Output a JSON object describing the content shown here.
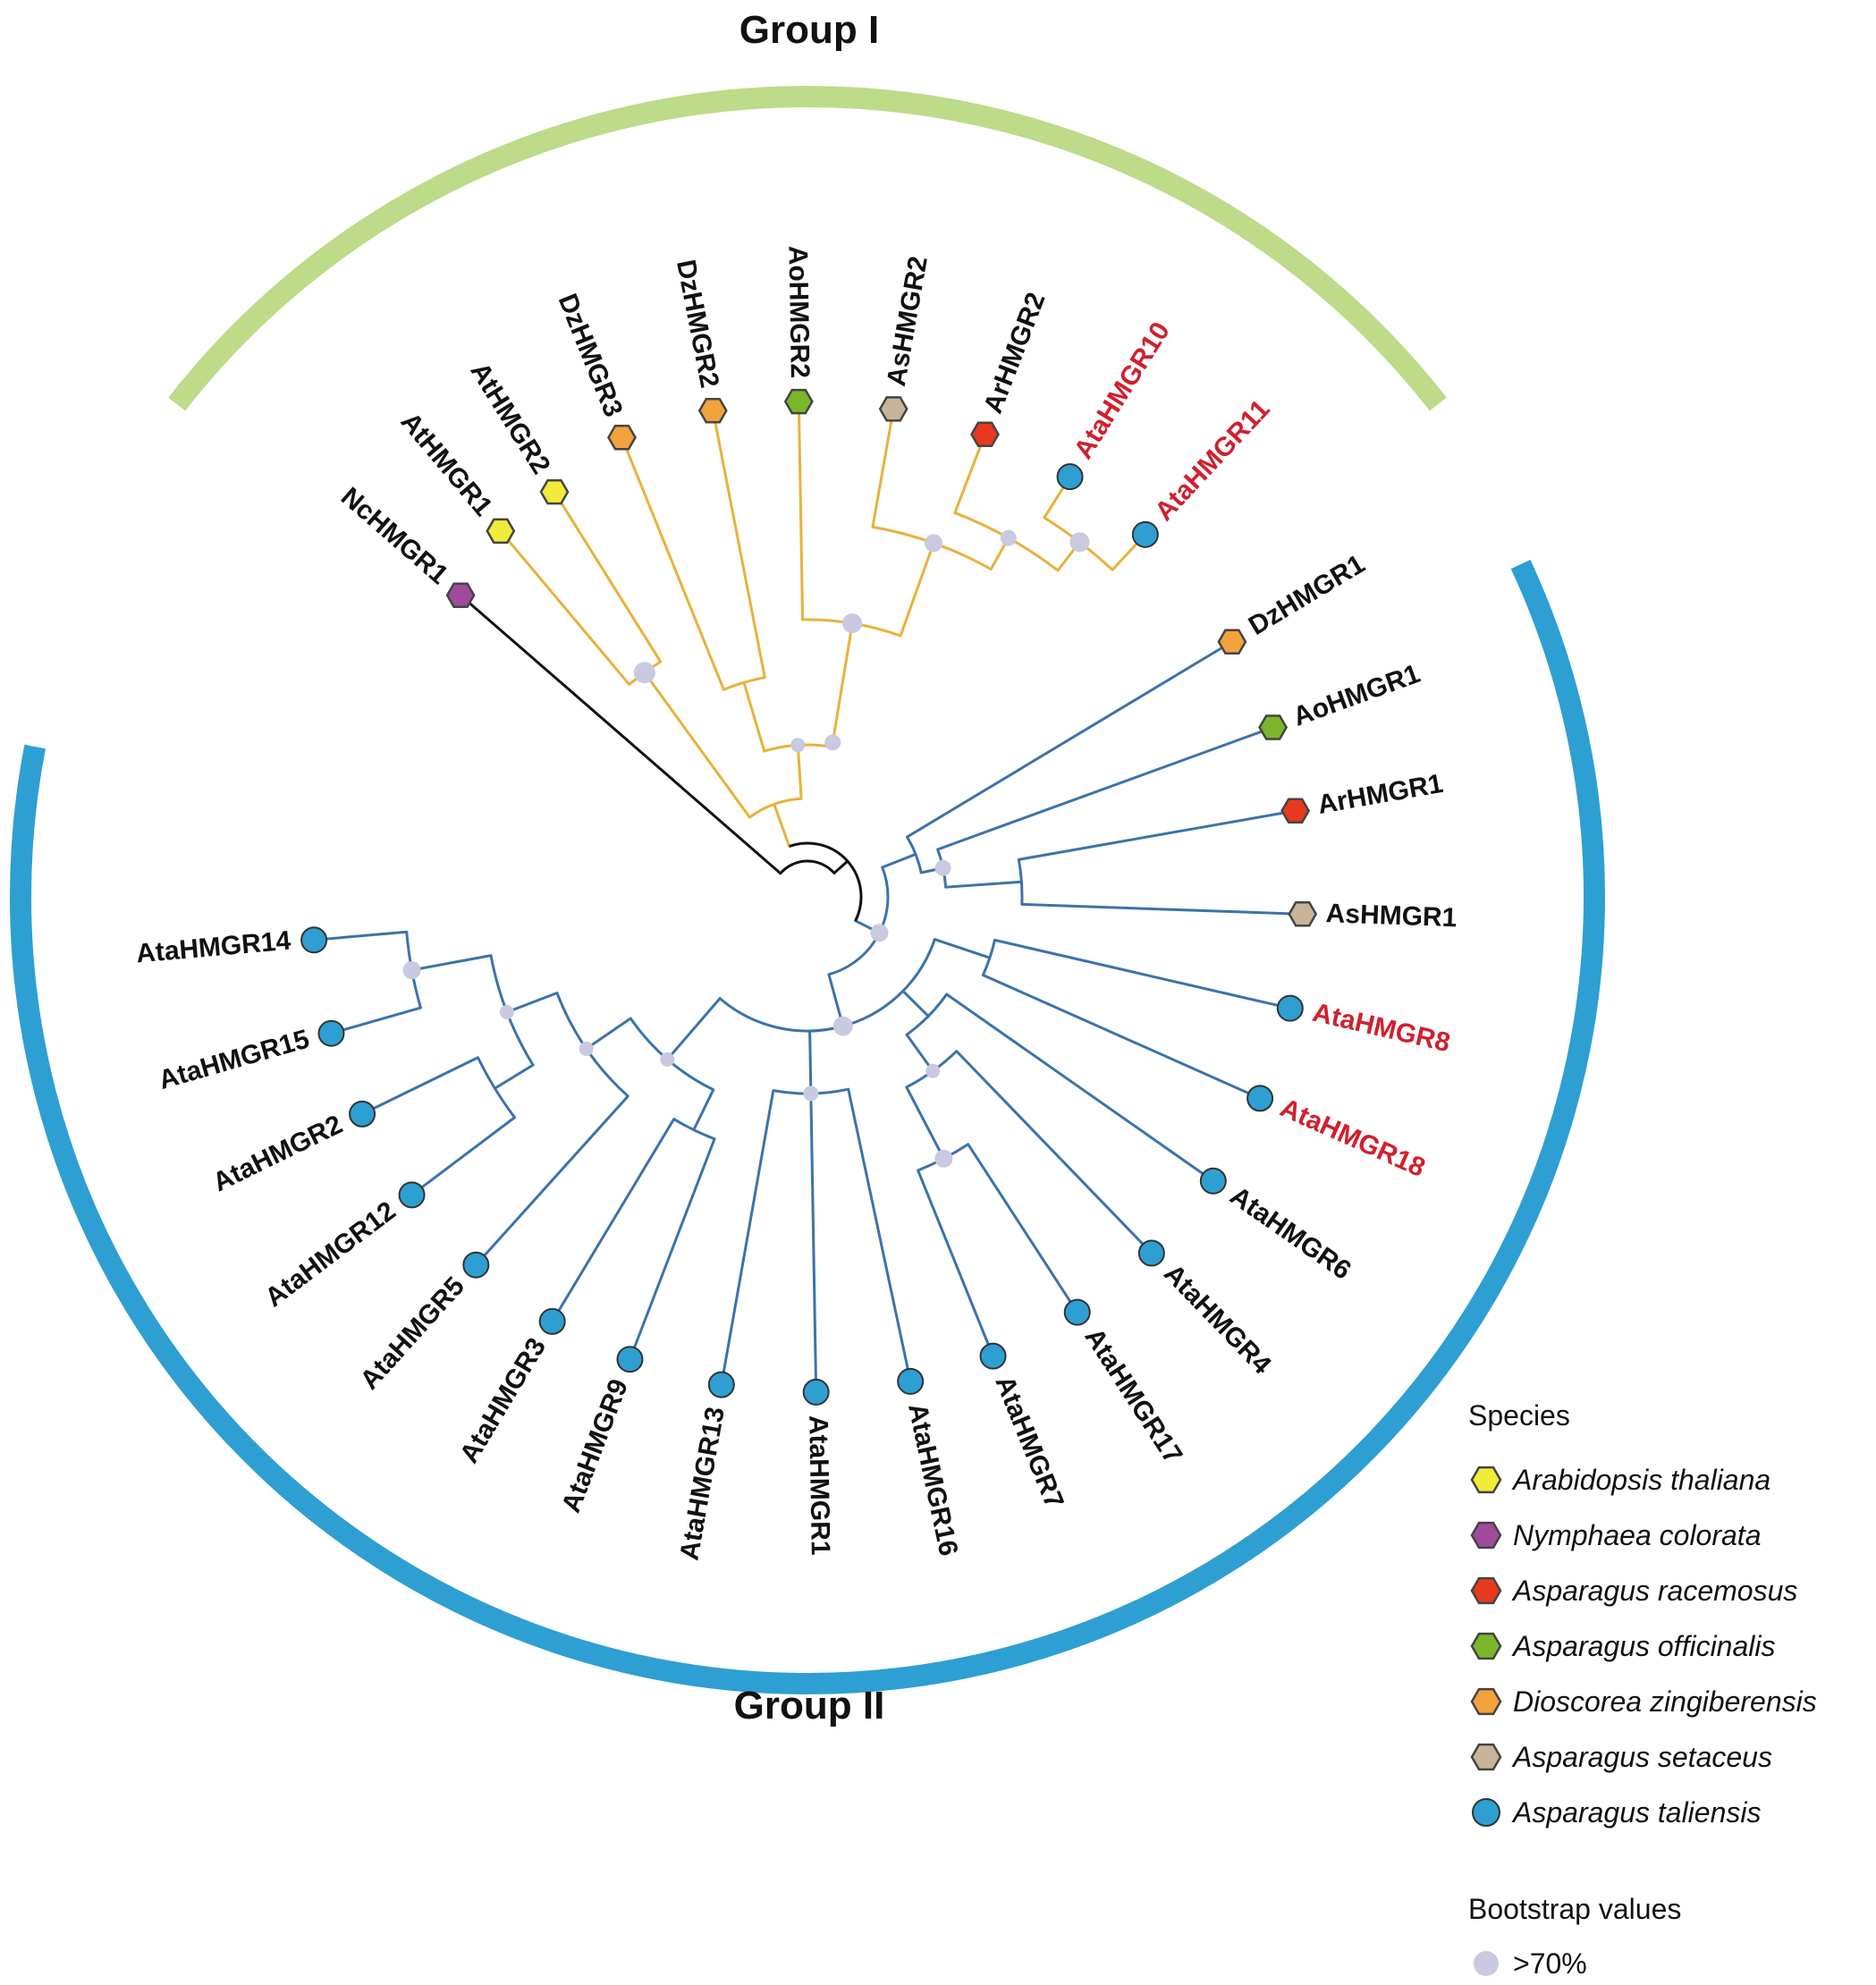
{
  "groups": [
    {
      "label": "Group I",
      "color": "#bddb88"
    },
    {
      "label": "Group II",
      "color": "#2e9fd2"
    }
  ],
  "colors": {
    "group1_branch": "#e8b23a",
    "group2_branch": "#3b73ab",
    "outgroup_branch": "#111111",
    "bootstrap": "#c9c9e2",
    "highlight_text": "#d0202e",
    "normal_text": "#111111"
  },
  "species": [
    {
      "id": "at",
      "name": "Arabidopsis thaliana",
      "color": "#f1eb3a",
      "shape": "hexagon"
    },
    {
      "id": "nc",
      "name": "Nymphaea colorata",
      "color": "#a04a9c",
      "shape": "hexagon"
    },
    {
      "id": "ar",
      "name": "Asparagus racemosus",
      "color": "#e8391e",
      "shape": "hexagon"
    },
    {
      "id": "ao",
      "name": "Asparagus officinalis",
      "color": "#7cb62b",
      "shape": "hexagon"
    },
    {
      "id": "dz",
      "name": "Dioscorea zingiberensis",
      "color": "#f2a33c",
      "shape": "hexagon"
    },
    {
      "id": "as",
      "name": "Asparagus setaceus",
      "color": "#c9b49a",
      "shape": "hexagon"
    },
    {
      "id": "ata",
      "name": "Asparagus taliensis",
      "color": "#2e9fd2",
      "shape": "circle"
    }
  ],
  "legend": {
    "species_title": "Species",
    "bootstrap_title": "Bootstrap values",
    "bootstrap_label": ">70%"
  },
  "leaves": [
    {
      "name": "NcHMGR1",
      "species": "nc",
      "highlight": false
    },
    {
      "name": "AtHMGR1",
      "species": "at",
      "highlight": false
    },
    {
      "name": "AtHMGR2",
      "species": "at",
      "highlight": false
    },
    {
      "name": "DzHMGR3",
      "species": "dz",
      "highlight": false
    },
    {
      "name": "DzHMGR2",
      "species": "dz",
      "highlight": false
    },
    {
      "name": "AoHMGR2",
      "species": "ao",
      "highlight": false
    },
    {
      "name": "AsHMGR2",
      "species": "as",
      "highlight": false
    },
    {
      "name": "ArHMGR2",
      "species": "ar",
      "highlight": false
    },
    {
      "name": "AtaHMGR10",
      "species": "ata",
      "highlight": true
    },
    {
      "name": "AtaHMGR11",
      "species": "ata",
      "highlight": true
    },
    {
      "name": "DzHMGR1",
      "species": "dz",
      "highlight": false
    },
    {
      "name": "AoHMGR1",
      "species": "ao",
      "highlight": false
    },
    {
      "name": "ArHMGR1",
      "species": "ar",
      "highlight": false
    },
    {
      "name": "AsHMGR1",
      "species": "as",
      "highlight": false
    },
    {
      "name": "AtaHMGR8",
      "species": "ata",
      "highlight": true
    },
    {
      "name": "AtaHMGR18",
      "species": "ata",
      "highlight": true
    },
    {
      "name": "AtaHMGR6",
      "species": "ata",
      "highlight": false
    },
    {
      "name": "AtaHMGR4",
      "species": "ata",
      "highlight": false
    },
    {
      "name": "AtaHMGR17",
      "species": "ata",
      "highlight": false
    },
    {
      "name": "AtaHMGR7",
      "species": "ata",
      "highlight": false
    },
    {
      "name": "AtaHMGR16",
      "species": "ata",
      "highlight": false
    },
    {
      "name": "AtaHMGR1",
      "species": "ata",
      "highlight": false
    },
    {
      "name": "AtaHMGR13",
      "species": "ata",
      "highlight": false
    },
    {
      "name": "AtaHMGR9",
      "species": "ata",
      "highlight": false
    },
    {
      "name": "AtaHMGR3",
      "species": "ata",
      "highlight": false
    },
    {
      "name": "AtaHMGR5",
      "species": "ata",
      "highlight": false
    },
    {
      "name": "AtaHMGR12",
      "species": "ata",
      "highlight": false
    },
    {
      "name": "AtaHMGR2",
      "species": "ata",
      "highlight": false
    },
    {
      "name": "AtaHMGR15",
      "species": "ata",
      "highlight": false
    },
    {
      "name": "AtaHMGR14",
      "species": "ata",
      "highlight": false
    }
  ]
}
